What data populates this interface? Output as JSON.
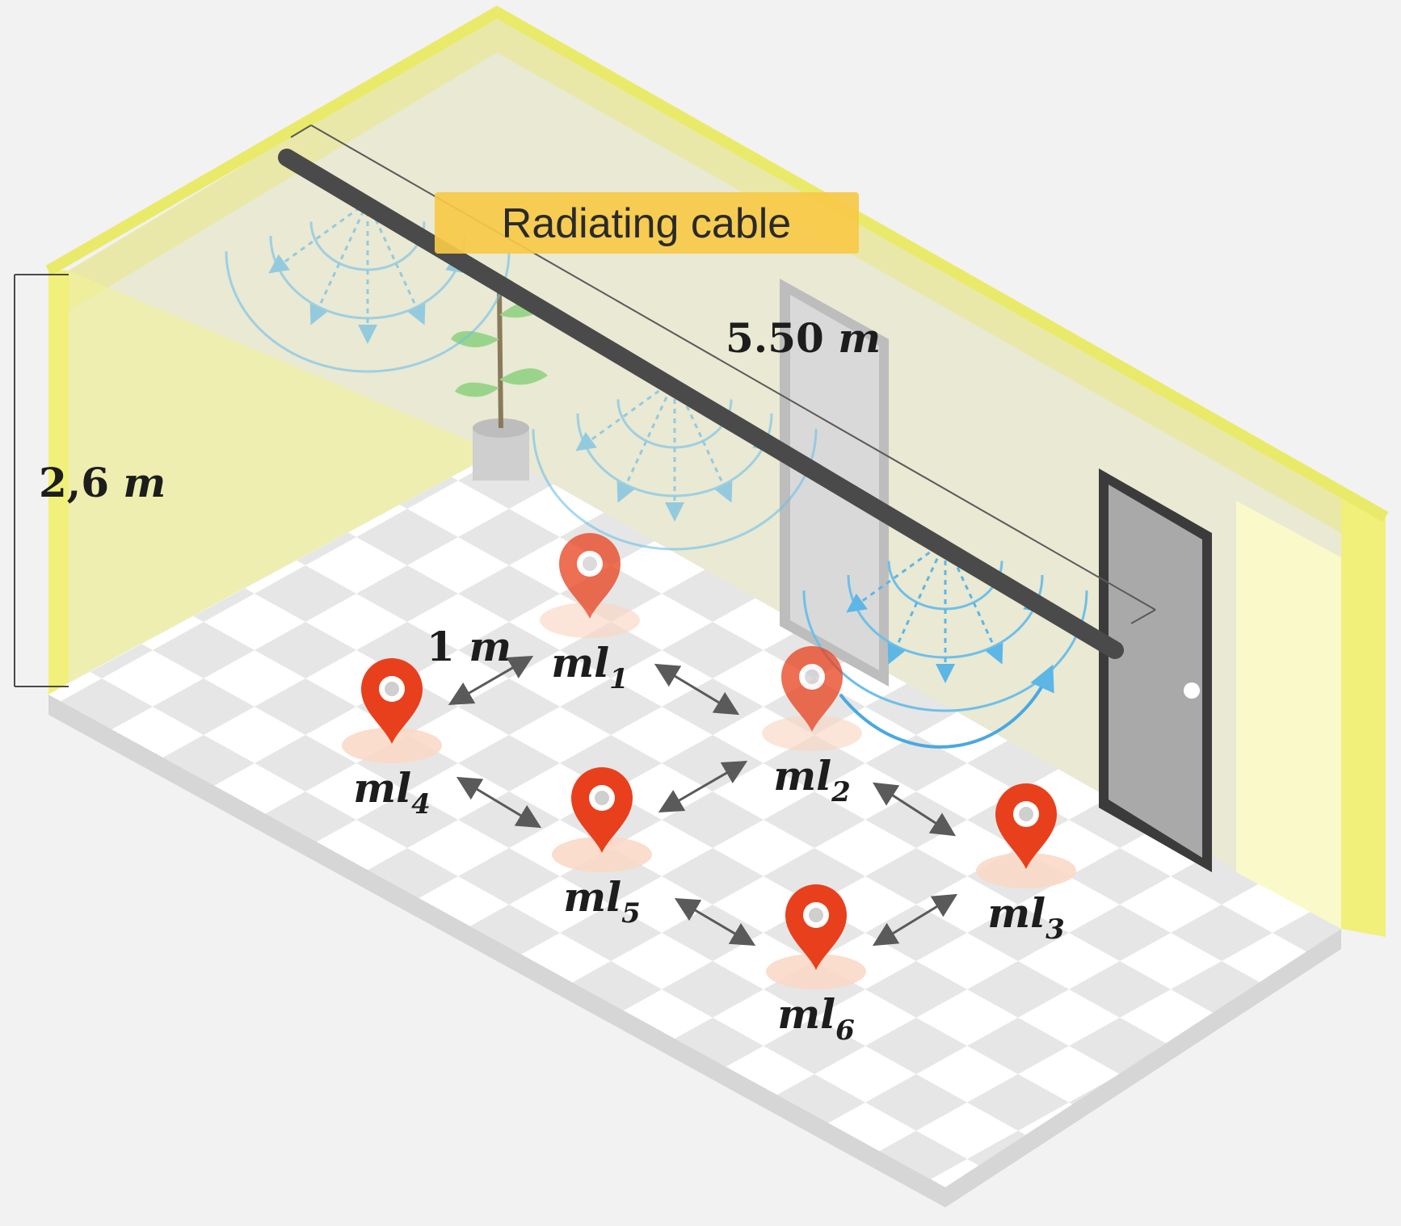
{
  "cable": {
    "label": "Radiating cable"
  },
  "dimensions": {
    "length": {
      "value": "5.50",
      "unit": "m"
    },
    "height": {
      "value": "2,6",
      "unit": "m"
    },
    "spacing": {
      "value": "1",
      "unit": "m"
    }
  },
  "markers": [
    {
      "id": "ml1",
      "base": "ml",
      "index": "1"
    },
    {
      "id": "ml2",
      "base": "ml",
      "index": "2"
    },
    {
      "id": "ml3",
      "base": "ml",
      "index": "3"
    },
    {
      "id": "ml4",
      "base": "ml",
      "index": "4"
    },
    {
      "id": "ml5",
      "base": "ml",
      "index": "5"
    },
    {
      "id": "ml6",
      "base": "ml",
      "index": "6"
    }
  ],
  "colors": {
    "wall_yellow": "#f0f07a",
    "ceiling_tint": "#e7e7cf",
    "cable": "#4a4a4a",
    "label_bg": "#f7c948",
    "wave": "#6fbfe8",
    "marker": "#e8401c",
    "floor_dark": "#e4e4e4",
    "floor_light": "#ffffff"
  }
}
